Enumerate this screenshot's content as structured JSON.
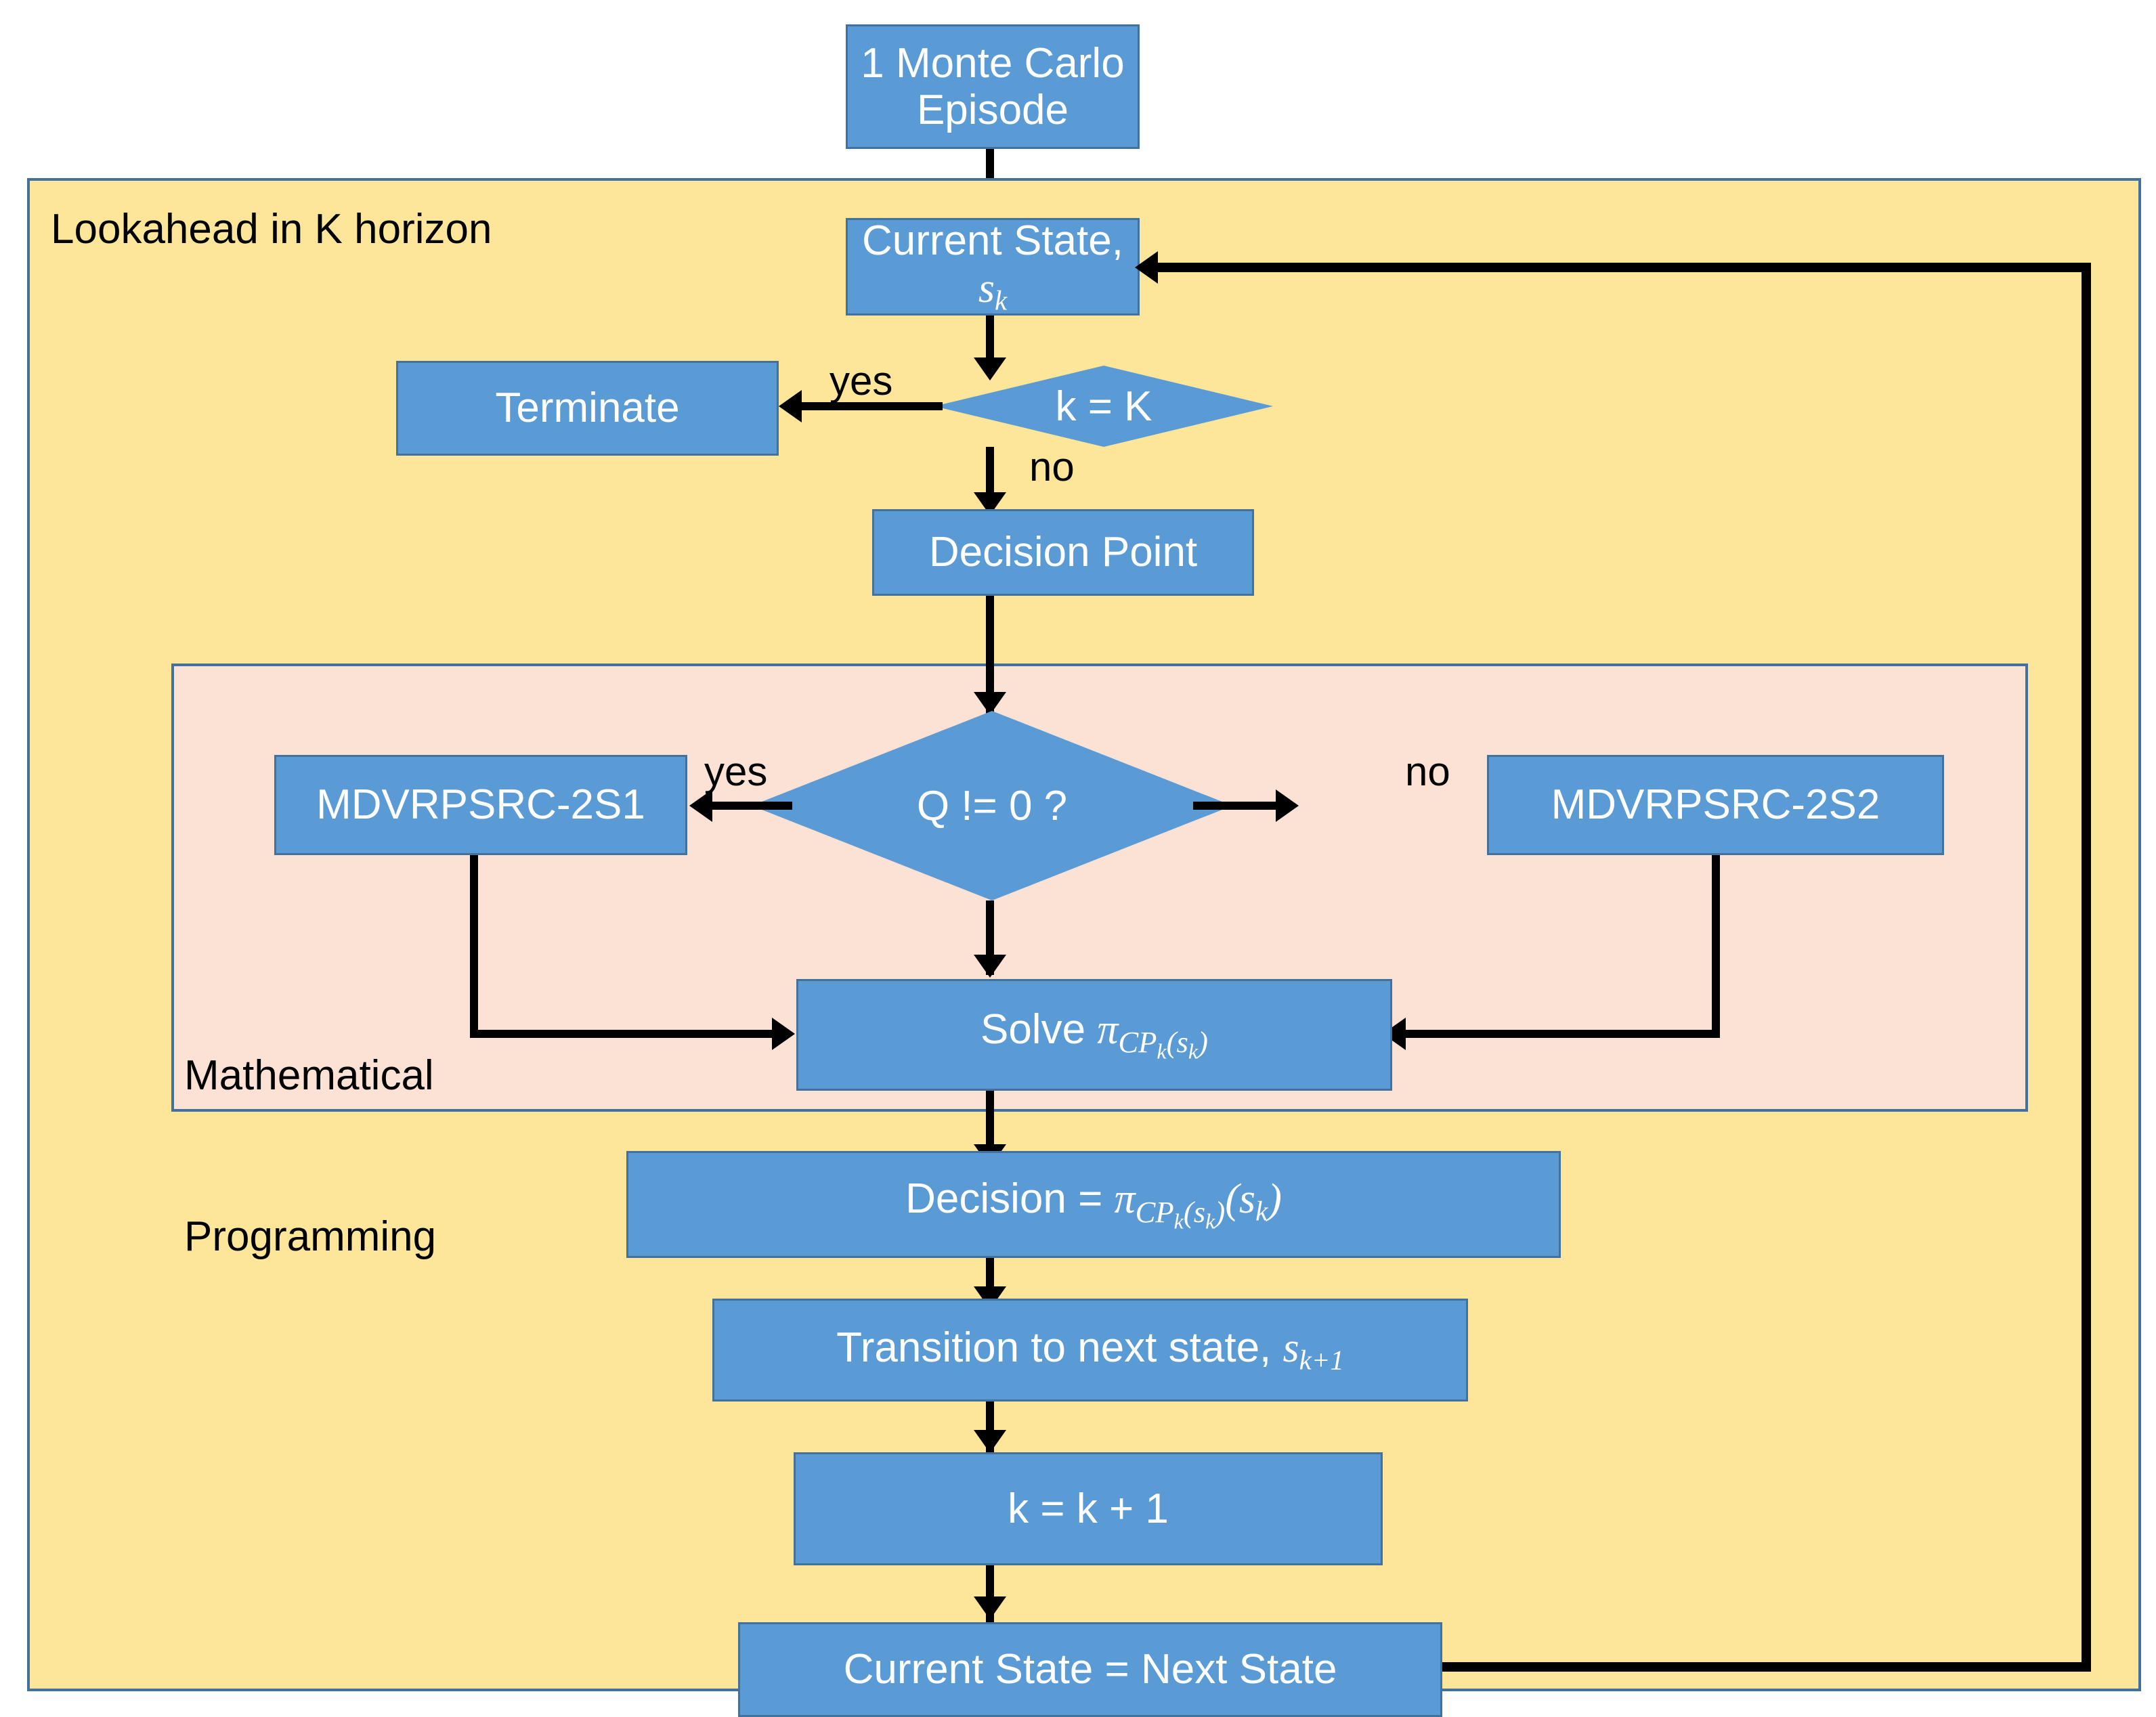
{
  "diagram": {
    "title": "Monte Carlo lookahead policy flowchart",
    "colors": {
      "node_fill": "#5B9BD5",
      "node_border": "#41719C",
      "outer_panel_fill": "#FDE599",
      "inner_panel_fill": "#FBE2D5",
      "arrow": "#000000",
      "node_text": "#FFFFFF"
    },
    "outer_panel_label": "Lookahead in K horizon",
    "inner_panel_label_line1": "Mathematical",
    "inner_panel_label_line2": "Programming",
    "nodes": {
      "start": {
        "line1": "1 Monte Carlo",
        "line2": "Episode"
      },
      "current_state": {
        "prefix": "Current State, ",
        "symbol": "s",
        "sub": "k"
      },
      "k_eq_K": {
        "label": "k = K"
      },
      "terminate": {
        "label": "Terminate"
      },
      "decision_point": {
        "label": "Decision Point"
      },
      "q_check": {
        "label": "Q != 0 ?"
      },
      "mdvrpsrc_2s1": {
        "label": "MDVRPSRC-2S1"
      },
      "mdvrpsrc_2s2": {
        "label": "MDVRPSRC-2S2"
      },
      "solve": {
        "prefix": "Solve ",
        "pi": "π",
        "sub_cp": "CP",
        "sub_k": "k",
        "sub_arg": "(s",
        "sub_argk": "k",
        "sub_close": ")"
      },
      "decision_eq": {
        "prefix": "Decision  =  ",
        "pi": "π",
        "sub_cp": "CP",
        "sub_k": "k",
        "sub_arg": "(s",
        "sub_argk": "k",
        "sub_close": ")",
        "arg_open": "(s",
        "arg_sub": "k",
        "arg_close": ")"
      },
      "transition": {
        "prefix": "Transition to next state, ",
        "symbol": "s",
        "sub": "k+1"
      },
      "increment": {
        "label": "k = k + 1"
      },
      "assign_state": {
        "label": "Current State = Next State"
      }
    },
    "edge_labels": {
      "k_eq_K_yes": "yes",
      "k_eq_K_no": "no",
      "q_yes": "yes",
      "q_no": "no"
    }
  }
}
